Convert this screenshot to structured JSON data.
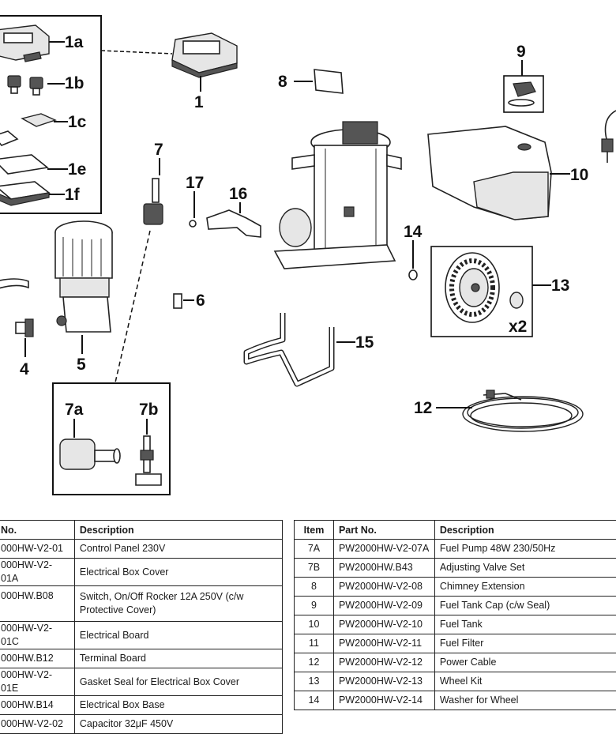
{
  "callouts": {
    "c1a": "1a",
    "c1b": "1b",
    "c1c": "1c",
    "c1e": "1e",
    "c1f": "1f",
    "c1": "1",
    "c2": "4",
    "c5": "5",
    "c6": "6",
    "c7": "7",
    "c7a": "7a",
    "c7b": "7b",
    "c8": "8",
    "c9": "9",
    "c10": "10",
    "c12": "12",
    "c13": "13",
    "c14": "14",
    "c15": "15",
    "c16": "16",
    "c17": "17",
    "x2": "x2"
  },
  "left_table": {
    "headers": [
      "No.",
      "Description"
    ],
    "rows": [
      {
        "no": "000HW-V2-01",
        "desc": "Control Panel 230V"
      },
      {
        "no": "000HW-V2-01A",
        "desc": "Electrical Box Cover"
      },
      {
        "no": "000HW.B08",
        "desc": "Switch, On/Off Rocker 12A  250V (c/w Protective Cover)"
      },
      {
        "no": "000HW-V2-01C",
        "desc": "Electrical Board"
      },
      {
        "no": "000HW.B12",
        "desc": "Terminal Board"
      },
      {
        "no": "000HW-V2-01E",
        "desc": "Gasket Seal for Electrical Box Cover"
      },
      {
        "no": "000HW.B14",
        "desc": "Electrical Box Base"
      },
      {
        "no": "000HW-V2-02",
        "desc": "Capacitor 32μF 450V"
      }
    ]
  },
  "right_table": {
    "headers": [
      "Item",
      "Part No.",
      "Description"
    ],
    "rows": [
      {
        "item": "7A",
        "no": "PW2000HW-V2-07A",
        "desc": "Fuel Pump 48W 230/50Hz"
      },
      {
        "item": "7B",
        "no": "PW2000HW.B43",
        "desc": "Adjusting Valve Set"
      },
      {
        "item": "8",
        "no": "PW2000HW-V2-08",
        "desc": "Chimney Extension"
      },
      {
        "item": "9",
        "no": "PW2000HW-V2-09",
        "desc": "Fuel Tank Cap (c/w Seal)"
      },
      {
        "item": "10",
        "no": "PW2000HW-V2-10",
        "desc": "Fuel Tank"
      },
      {
        "item": "11",
        "no": "PW2000HW-V2-11",
        "desc": "Fuel Filter"
      },
      {
        "item": "12",
        "no": "PW2000HW-V2-12",
        "desc": "Power Cable"
      },
      {
        "item": "13",
        "no": "PW2000HW-V2-13",
        "desc": "Wheel Kit"
      },
      {
        "item": "14",
        "no": "PW2000HW-V2-14",
        "desc": "Washer for Wheel"
      }
    ]
  }
}
